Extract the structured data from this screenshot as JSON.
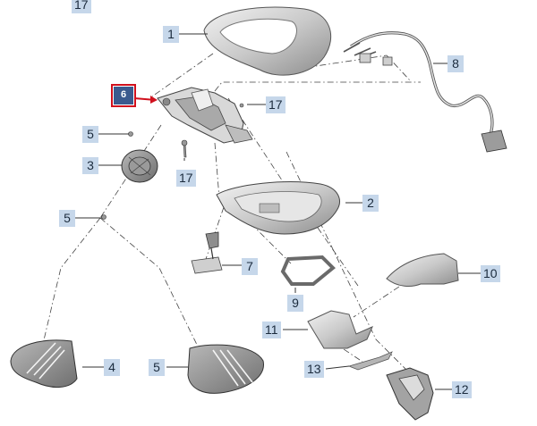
{
  "callouts": {
    "c1": "1",
    "c2": "2",
    "c3": "3",
    "c4": "4",
    "c5a": "5",
    "c5b": "5",
    "c5c": "5",
    "c6": "6",
    "c7": "7",
    "c8": "8",
    "c9": "9",
    "c10": "10",
    "c11": "11",
    "c12": "12",
    "c13": "13",
    "c17a": "17",
    "c17b": "17",
    "c17c": "17"
  },
  "colors": {
    "callout_fill": "#c6d7ea",
    "highlight_fill": "#3b5a8e",
    "highlight_border": "#d0101d",
    "leader": "#333333"
  }
}
